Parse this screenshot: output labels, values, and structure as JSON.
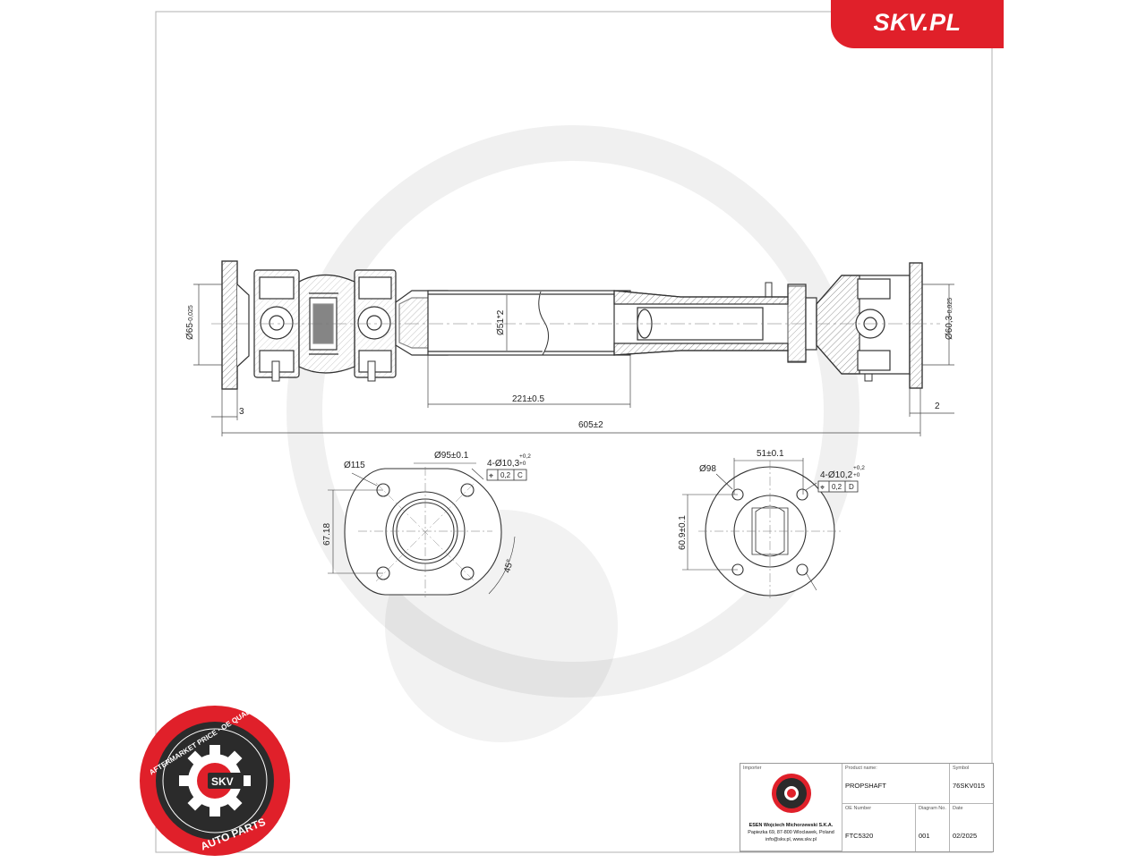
{
  "brand": {
    "tab_text": "SKV.PL"
  },
  "dimensions": {
    "flange_left_dia": "Ø65",
    "flange_left_tol": "-0,025",
    "flange_left_tol_top": "-0",
    "tube_dia": "Ø51*2",
    "flange_right_dia": "Ø60,3",
    "flange_right_tol": "-0,025",
    "flange_right_tol_top": "-0",
    "left_offset": "3",
    "right_offset": "2",
    "slide_length": "221±0.5",
    "overall_length": "605±2"
  },
  "left_view": {
    "outer_dia": "Ø115",
    "pitch_dia": "Ø95±0.1",
    "holes": "4-Ø10,3",
    "holes_tol_top": "+0,2",
    "holes_tol_bottom": "+0",
    "tol_symbol": "⌖",
    "tol_value": "0,2",
    "tol_datum": "C",
    "height": "67.18",
    "angle": "45°"
  },
  "right_view": {
    "outer_dia": "Ø98",
    "spacing": "51±0.1",
    "holes": "4-Ø10,2",
    "holes_tol_top": "+0,2",
    "holes_tol_bottom": "+0",
    "tol_symbol": "⌖",
    "tol_value": "0,2",
    "tol_datum": "D",
    "height": "60.9±0.1"
  },
  "seal": {
    "ring_top": "AFTERMARKET PRICE · OE QUALITY",
    "ring_bottom": "AUTO PARTS",
    "center": "SKV"
  },
  "title_block": {
    "importer_label": "Importer",
    "importer_name": "ESEN Wojciech Michorzewski S.K.A.",
    "importer_address": "Papiezka 69, 87-800 Wloclawek, Poland",
    "importer_contact": "info@skv.pl, www.skv.pl",
    "product_label": "Product name:",
    "product_name": "PROPSHAFT",
    "symbol_label": "Symbol",
    "symbol_value": "76SKV015",
    "oe_label": "OE Number",
    "oe_value": "FTC5320",
    "diagram_label": "Diagram No.",
    "diagram_value": "001",
    "date_label": "Date",
    "date_value": "02/2025"
  },
  "colors": {
    "brand_red": "#e0202a",
    "line": "#333333",
    "hatch": "#555555"
  }
}
